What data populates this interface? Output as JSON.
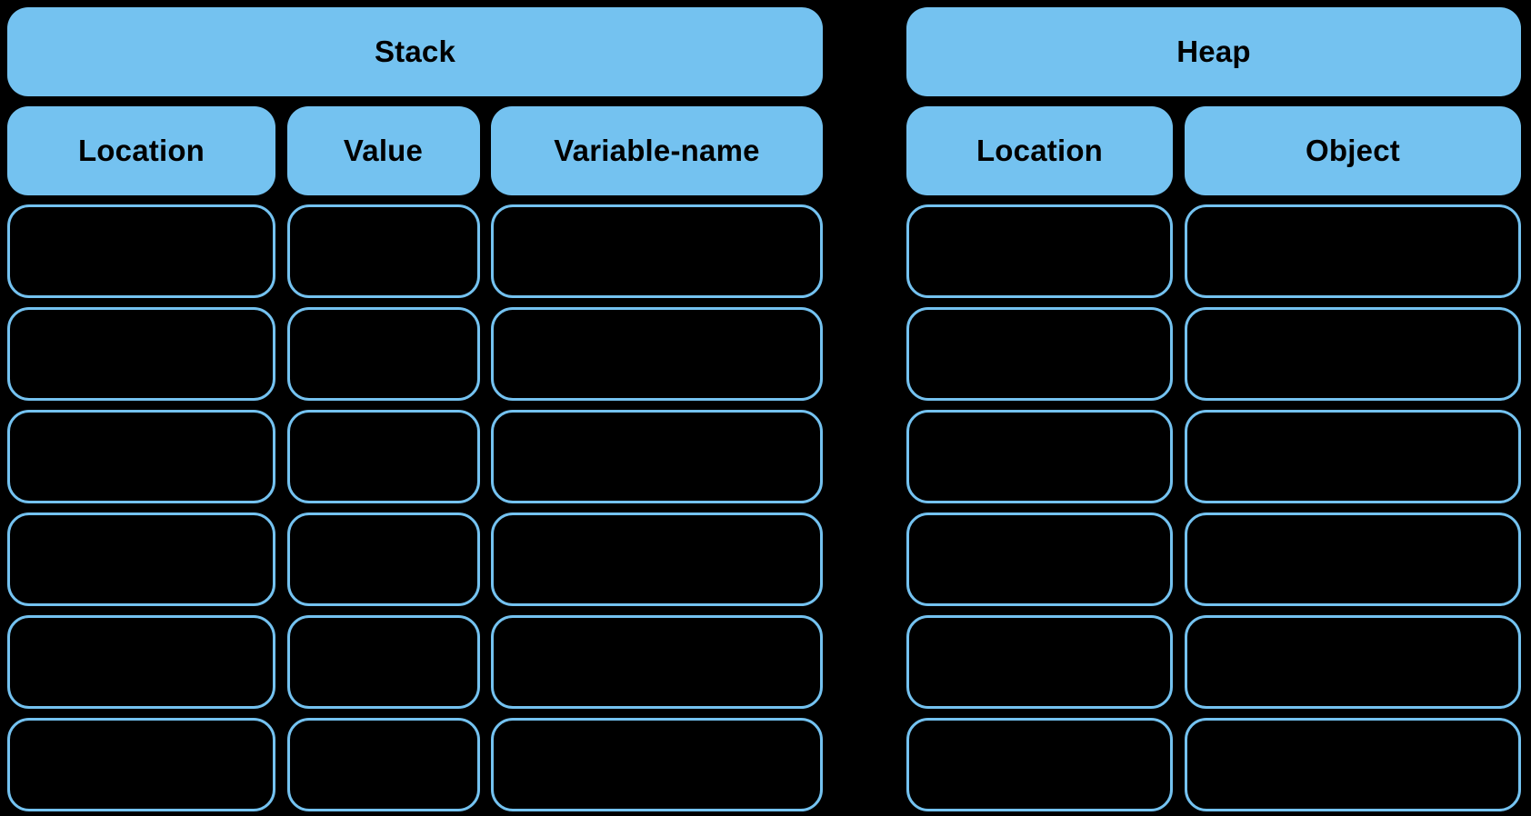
{
  "colors": {
    "accent": "#74C2F0",
    "bg": "#000000",
    "text": "#000000"
  },
  "stack": {
    "title": "Stack",
    "columns": [
      "Location",
      "Value",
      "Variable-name"
    ],
    "empty_row_count": 6
  },
  "heap": {
    "title": "Heap",
    "columns": [
      "Location",
      "Object"
    ],
    "empty_row_count": 6
  }
}
